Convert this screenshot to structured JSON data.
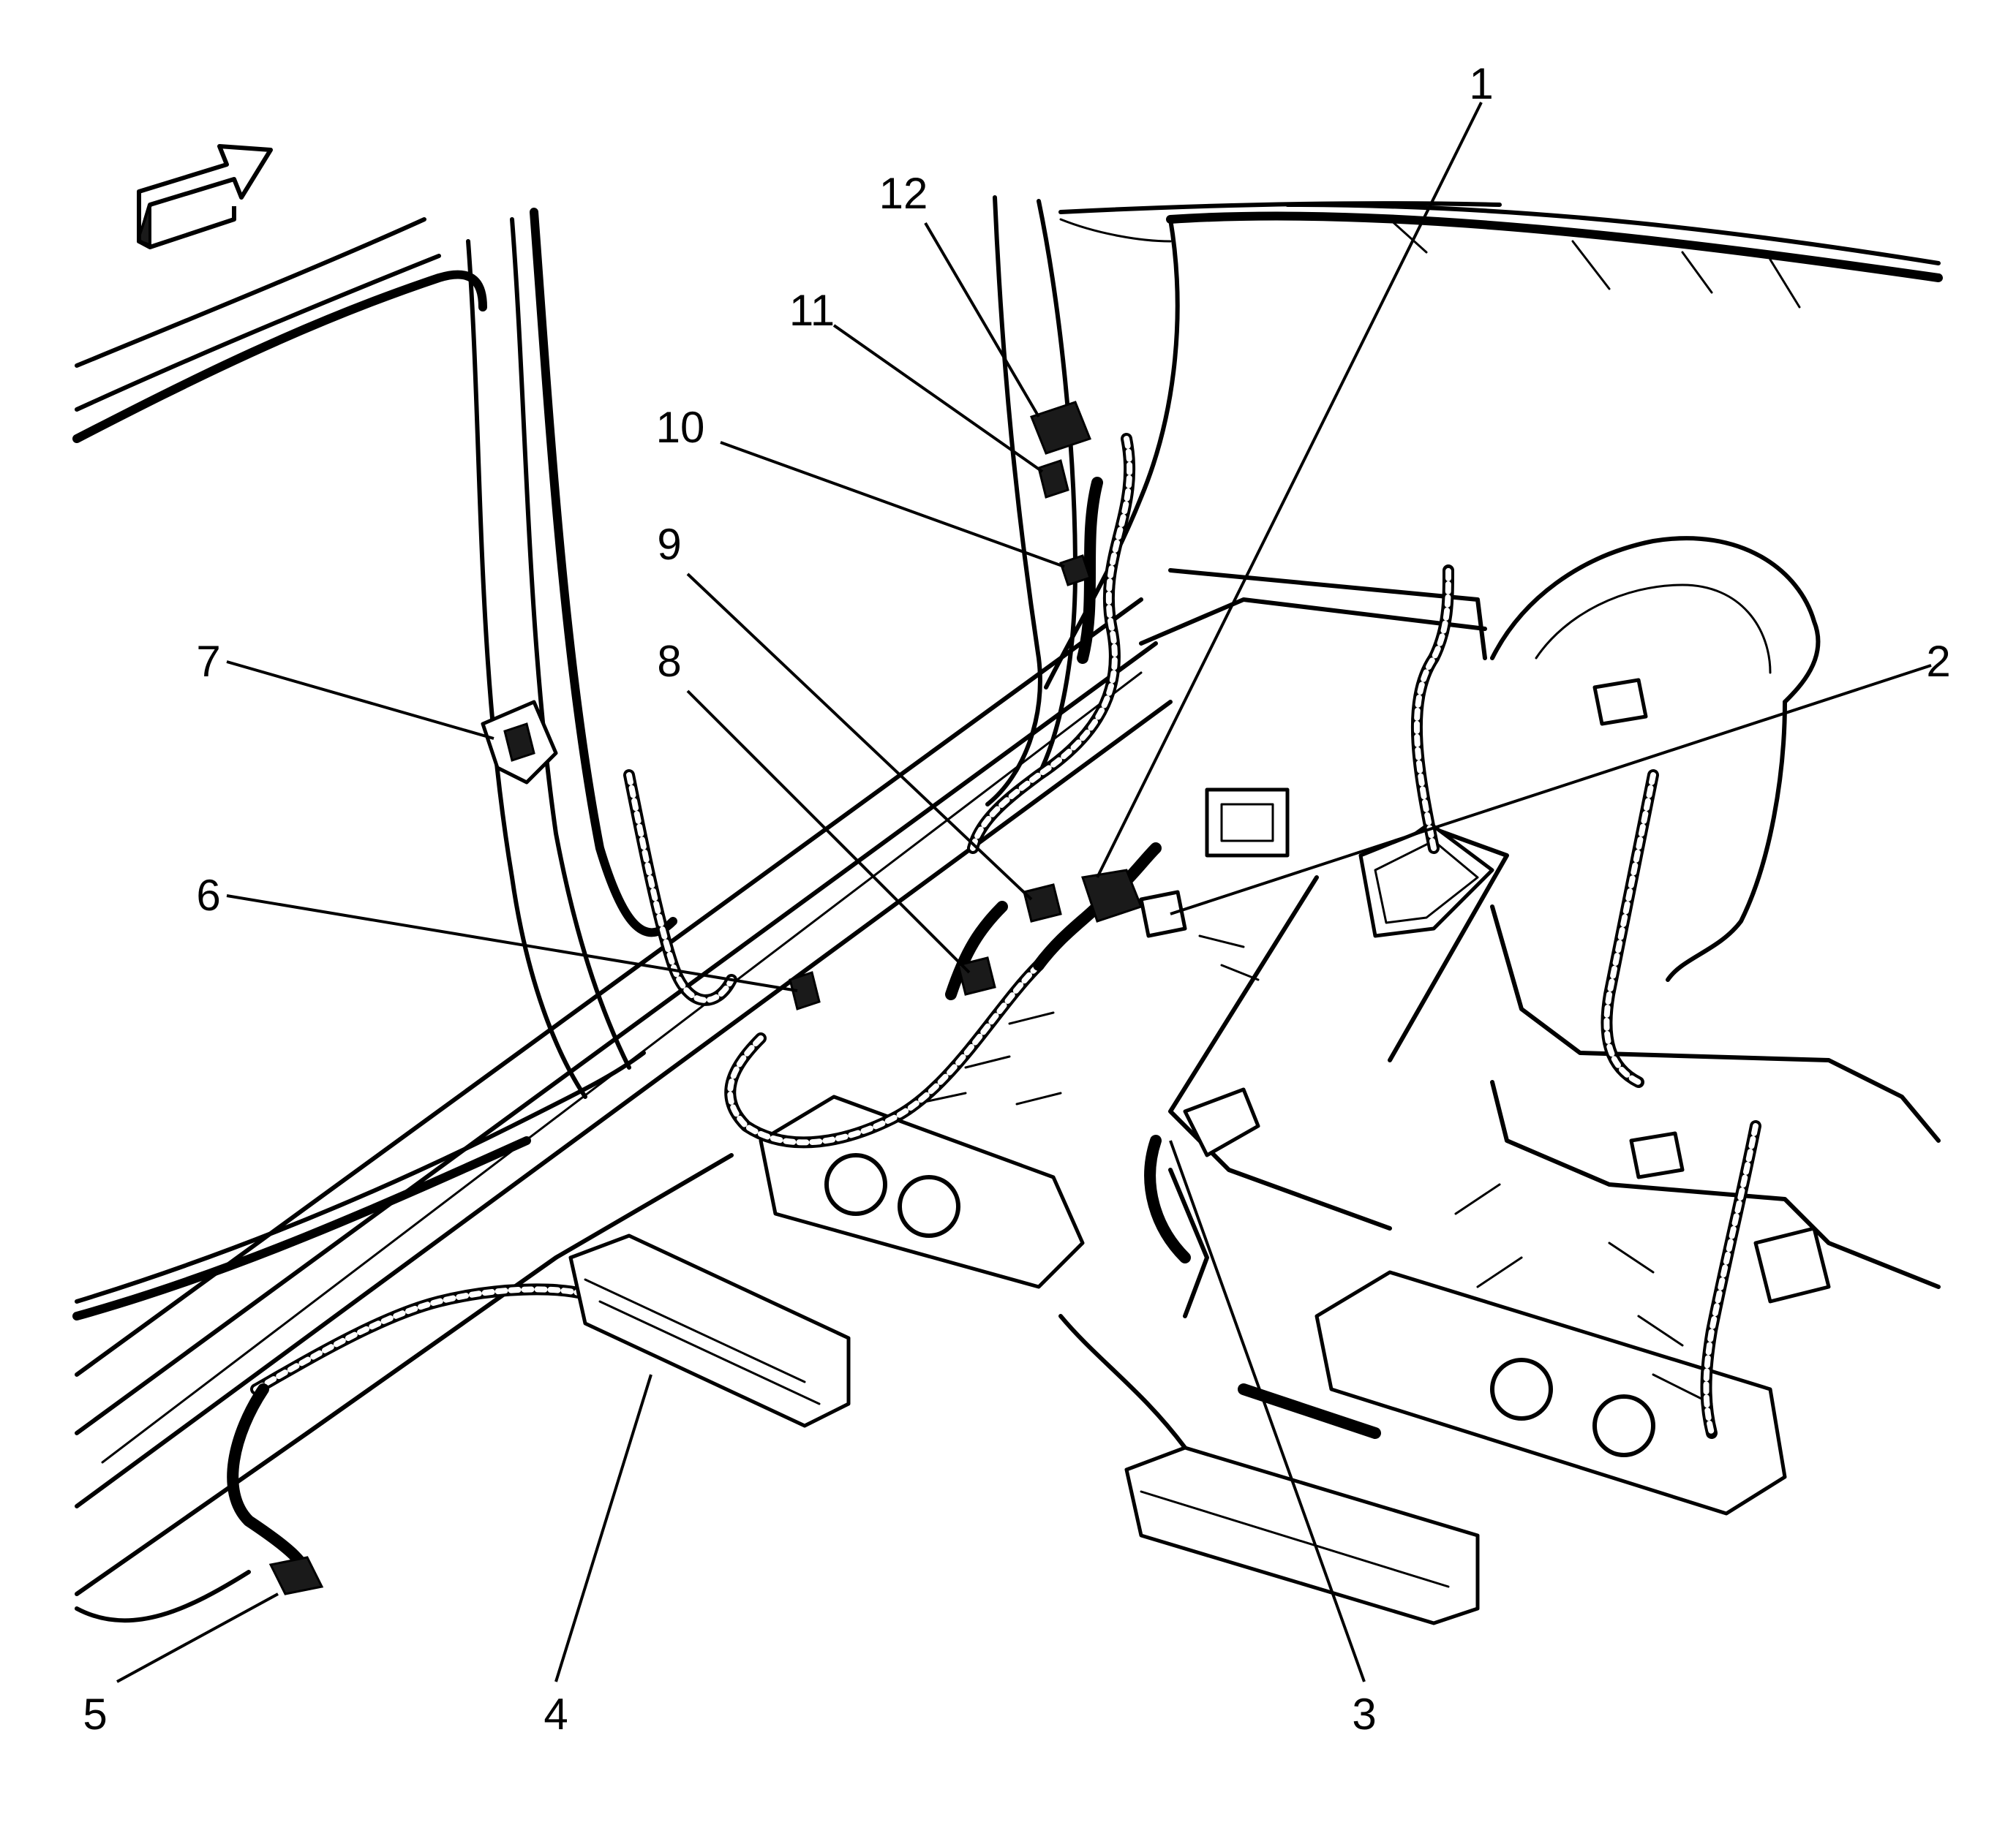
{
  "callouts": [
    {
      "label": "1"
    },
    {
      "label": "2"
    },
    {
      "label": "3"
    },
    {
      "label": "4"
    },
    {
      "label": "5"
    },
    {
      "label": "6"
    },
    {
      "label": "7"
    },
    {
      "label": "8"
    },
    {
      "label": "9"
    },
    {
      "label": "10"
    },
    {
      "label": "11"
    },
    {
      "label": "12"
    }
  ],
  "icons": {
    "direction_arrow": "forward-direction-arrow-icon"
  }
}
